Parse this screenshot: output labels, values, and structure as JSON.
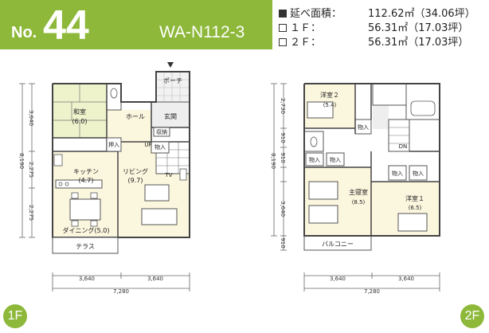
{
  "header": {
    "no_label": "No.",
    "number": "44",
    "code": "WA-N112-3"
  },
  "specs": [
    {
      "label": "延べ面積：",
      "value": "112.62㎡（34.06坪）",
      "marker": "filled"
    },
    {
      "label": "１Ｆ：",
      "value": "56.31㎡（17.03坪）",
      "marker": "empty"
    },
    {
      "label": "２Ｆ：",
      "value": "56.31㎡（17.03坪）",
      "marker": "empty"
    }
  ],
  "floor1": {
    "rooms": {
      "washitsu": "和室",
      "washitsu_area": "(6.0)",
      "hall": "ホール",
      "genkan": "玄関",
      "porch": "ポーチ",
      "shuno": "収納",
      "oshiire": "押入",
      "nyu": "物入",
      "kitchen": "キッチン",
      "kitchen_area": "(4.7)",
      "living": "リビング",
      "living_area": "(9.7)",
      "dining": "ダイニング(5.0)",
      "terrace": "テラス",
      "up": "UP",
      "tv": "TV"
    },
    "dims_left": [
      "3,640",
      "8,190",
      "2,275",
      "2,275"
    ],
    "dims_bottom": [
      "3,640",
      "3,640",
      "7,280"
    ],
    "floor_label": "1F"
  },
  "floor2": {
    "rooms": {
      "youshitsu2": "洋室２",
      "youshitsu2_area": "(5.4)",
      "nyu": "物入",
      "dn": "DN",
      "master": "主寝室",
      "master_area": "(8.5)",
      "youshitsu1": "洋室１",
      "youshitsu1_area": "(6.5)",
      "balcony": "バルコニー"
    },
    "dims_left": [
      "2,730",
      "910",
      "8,190",
      "910",
      "3,640",
      "910"
    ],
    "dims_bottom": [
      "3,640",
      "3,640",
      "7,280"
    ],
    "floor_label": "2F"
  }
}
